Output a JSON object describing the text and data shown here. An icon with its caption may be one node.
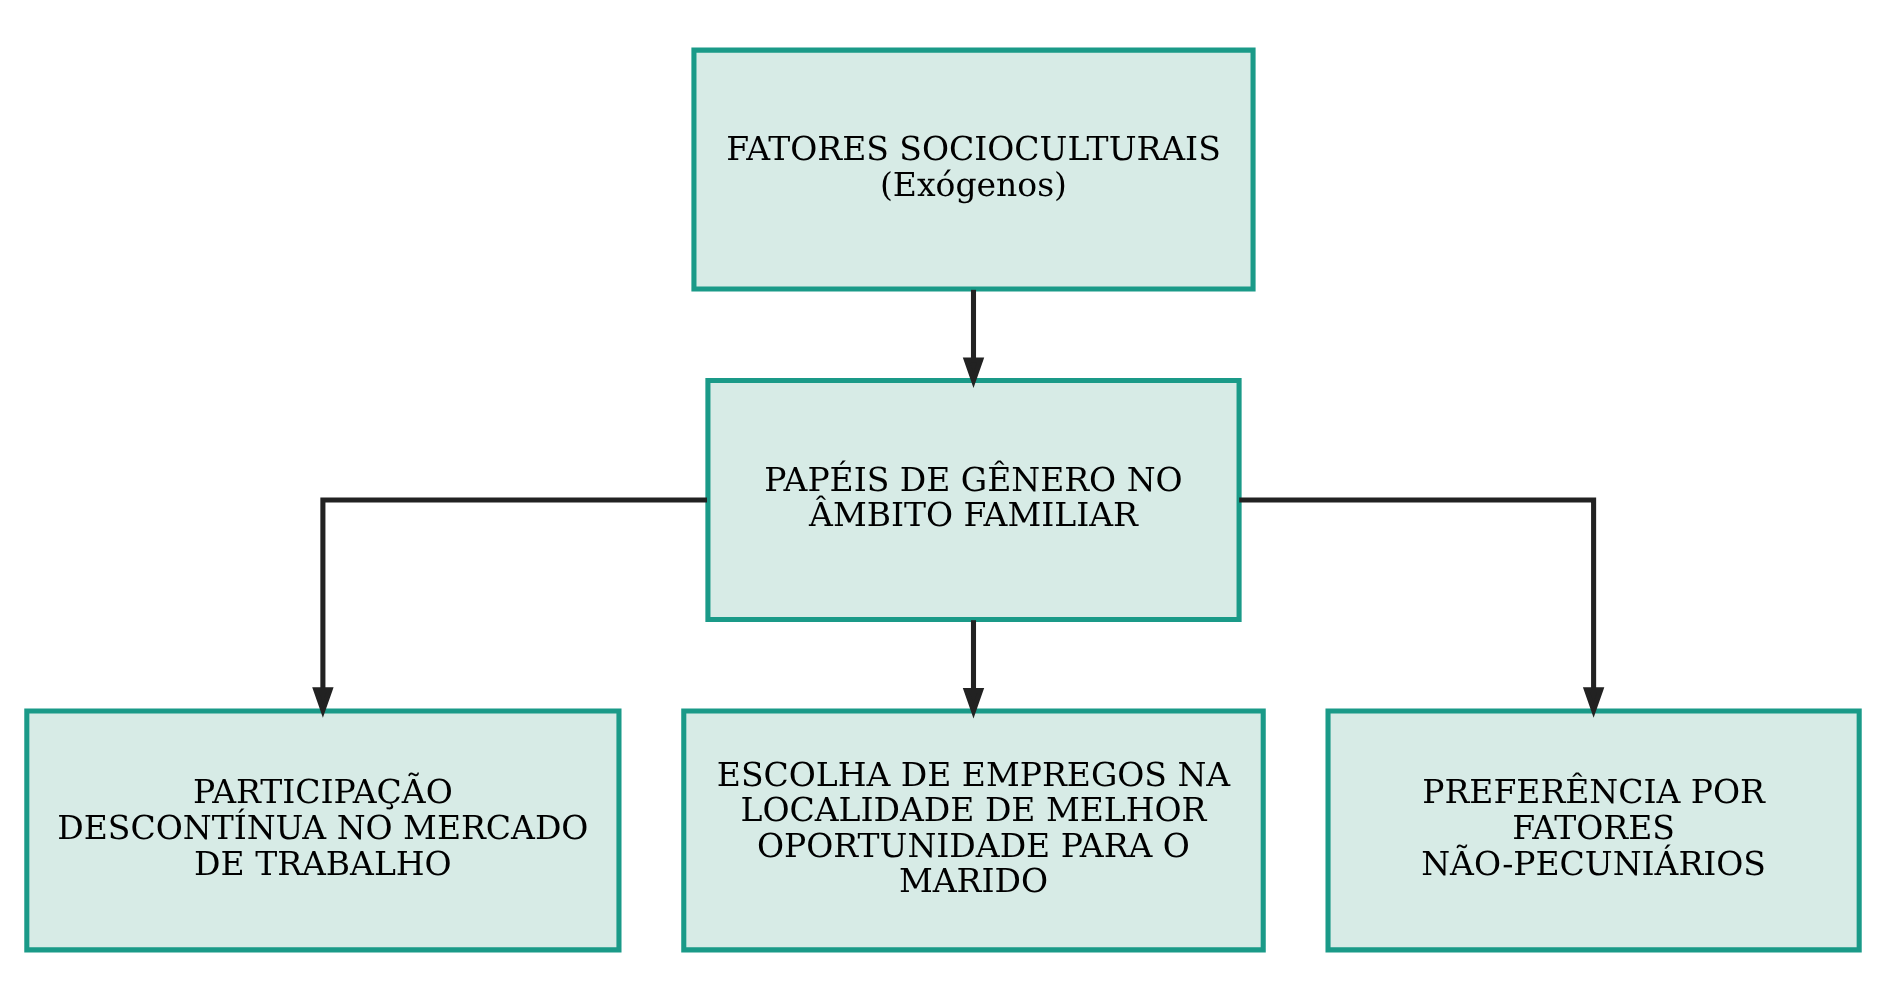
{
  "diagram": {
    "nodes": [
      {
        "text": [
          "FATORES SOCIOCULTURAIS (Exógenos)"
        ]
      },
      {
        "text": [
          "PAPÉIS DE GÊNERO NO ÂMBITO FAMILIAR"
        ]
      },
      {
        "text": [
          "PARTICIPAÇÃO DESCONTÍNUA NO MERCADO DE TRABALHO"
        ]
      },
      {
        "text": [
          "ESCOLHA DE EMPREGOS NA LOCALIDADE DE MELHOR OPORTUNIDADE PARA O MARIDO"
        ]
      },
      {
        "text": [
          "PREFERÊNCIA POR FATORES NÃO-PECUNIÁRIOS"
        ]
      }
    ],
    "edges": [
      {
        "from": 0,
        "to": 1,
        "arrow": "to"
      },
      {
        "from": 1,
        "to": 2,
        "arrow": "to"
      },
      {
        "from": 1,
        "to": 3,
        "arrow": "to"
      },
      {
        "from": 1,
        "to": 4,
        "arrow": "to"
      }
    ]
  }
}
